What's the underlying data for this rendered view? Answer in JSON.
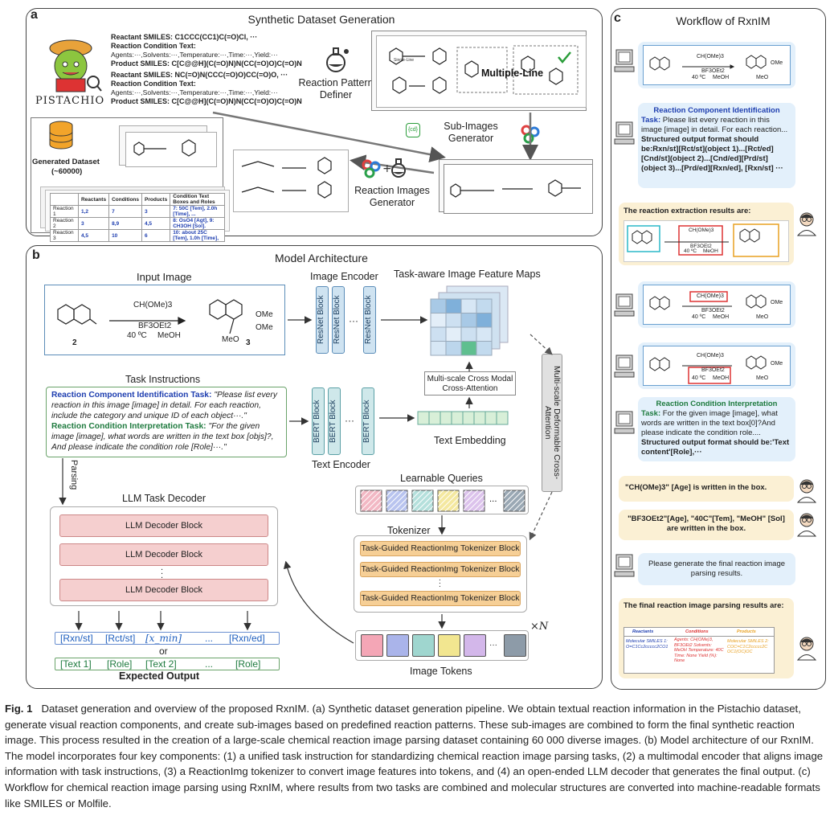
{
  "panel_a": {
    "label": "a",
    "title": "Synthetic Dataset Generation",
    "pistachio_logo": "PISTACHIO",
    "record1": {
      "reactant": "Reactant SMILES: C1CCC(CC1)C(=O)Cl, ···",
      "condition_head": "Reaction Condition Text:",
      "condition": "Agents:···,Solvents:···,Temperature:···,Time:···,Yield:···",
      "product": "Product SMILES: C[C@@H](C(=O)N)N(CC(=O)O)C(=O)N"
    },
    "record2": {
      "reactant": "Reactant SMILES: NC(=O)N(CCC(=O)O)CC(=O)O, ···",
      "condition_head": "Reaction Condition Text:",
      "condition": "Agents:···,Solvents:···,Temperature:···,Time:···,Yield:···",
      "product": "Product SMILES: C[C@@H](C(=O)N)N(CC(=O)O)C(=O)N"
    },
    "pattern_definer": "Reaction Pattern Definer",
    "single_line": "Single-Line",
    "multiple_line": "Multiple-Line",
    "sub_images_generator": "Sub-Images Generator",
    "reaction_images_generator": "Reaction Images Generator",
    "generated_dataset": "Generated Dataset",
    "dataset_count": "(~60000)",
    "table": {
      "headers": [
        "",
        "Reactants",
        "Conditions",
        "Products",
        "Condition Text Boxes and Roles"
      ],
      "rows": [
        [
          "Reaction 1",
          "1,2",
          "7",
          "3",
          "7: 50C [Tem], 2.0h [Time], ..."
        ],
        [
          "Reaction 2",
          "3",
          "8,9",
          "4,5",
          "8: OsO4 [Agt], 9: CH3OH [Sol]."
        ],
        [
          "Reaction 3",
          "4,5",
          "10",
          "6",
          "10: about 25C [Tem], 1.0h [Time],"
        ]
      ]
    }
  },
  "panel_b": {
    "label": "b",
    "title": "Model Architecture",
    "input_image": "Input Image",
    "image_encoder": "Image Encoder",
    "feature_maps": "Task-aware Image Feature Maps",
    "resnet_block": "ResNet Block",
    "bert_block": "BERT Block",
    "cross_attention": "Multi-scale Cross Modal Cross-Attention",
    "deformable": "Multi-scale Deformable Cross-Attention",
    "text_embedding": "Text Embedding",
    "text_encoder": "Text Encoder",
    "task_instructions": "Task Instructions",
    "rci_task": "Reaction Component Identification Task:",
    "rci_prompt": "\"Please list every reaction in this image [image] in detail. For each reaction, include the category and unique ID of each object···.\"",
    "rcint_task": "Reaction Condition Interpretation Task:",
    "rcint_prompt": "\"For the given image [image], what words are written in the text box [objs]?, And please indicate the condition role [Role]···.\"",
    "parsing": "Parsing",
    "llm_decoder": "LLM Task Decoder",
    "llm_block": "LLM Decoder Block",
    "learnable_queries": "Learnable Queries",
    "tokenizer": "Tokenizer",
    "tokenizer_block": "Task-Guided ReactionImg Tokenizer Block",
    "times_n": "×N",
    "image_tokens": "Image Tokens",
    "outputs_row1": [
      "[Rxn/st]",
      "[Rct/st]",
      "[x_min]",
      "...",
      "[Rxn/ed]"
    ],
    "outputs_or": "or",
    "outputs_row2": [
      "[Text 1]",
      "[Role]",
      "[Text 2]",
      "...",
      "[Role]"
    ],
    "expected_output": "Expected Output",
    "reagent1": "CH(OMe)3",
    "reagent2": "BF3OEt2",
    "temp": "40 ºC",
    "solvent": "MeOH",
    "num_sm": "2",
    "num_pr": "3",
    "ome": "OMe",
    "meo": "MeO"
  },
  "panel_c": {
    "label": "c",
    "title": "Workflow of RxnIM",
    "rci_head": "Reaction Component Identification",
    "rci_task_word": "Task:",
    "rci_text": "Please list every reaction in this image [image] in detail. For each reaction... ",
    "rci_format": "Structured output format should be:Rxn/st][Rct/st](object 1)...[Rct/ed][Cnd/st](object 2)...[Cnd/ed][Prd/st](object 3)...[Prd/ed][Rxn/ed], [Rxn/st] ···",
    "extraction_results": "The reaction extraction results are:",
    "rcint_head": "Reaction Condition Interpretation",
    "rcint_task_word": "Task:",
    "rcint_text": "For the given image [image], what words are written in the text box[0]?And please indicate the condition role.... ",
    "rcint_format": "Structured output format should be:'Text content'[Role],···",
    "answer1": "\"CH(OMe)3\" [Age] is written in the box.",
    "answer2": "\"BF3OEt2\"[Age], \"40C\"[Tem], \"MeOH\" [Sol]  are written in the box.",
    "final_request": "Please generate the final reaction image parsing results.",
    "final_results": "The final reaction image parsing results are:",
    "final_table": {
      "h_reactants": "Reactants",
      "h_conditions": "Conditions",
      "h_products": "Products",
      "reactants": "Molecular SMILES 1: O=C1Cc2ccccc2CO1",
      "conditions": "Agents: CH(OMe)3, BF3OEt2 Solvents: MeOH Temperature: 40C Time: None Yield (%): None",
      "products": "Molecular SMILES 2: COC=C1C2ccccc2C OC1(OC)OC"
    }
  },
  "caption": {
    "figno": "Fig. 1",
    "text": "Dataset generation and overview of the proposed RxnIM. (a) Synthetic dataset generation pipeline. We obtain textual reaction information in the Pistachio dataset, generate visual reaction components, and create sub-images based on predefined reaction patterns. These sub-images are combined to form the final synthetic reaction image. This process resulted in the creation of a large-scale chemical reaction image parsing dataset containing 60 000 diverse images. (b) Model architecture of our RxnIM. The model incorporates four key components: (1) a unified task instruction for standardizing chemical reaction image parsing tasks, (2) a multimodal encoder that aligns image information with task instructions, (3) a ReactionImg tokenizer to convert image features into tokens, and (4) an open-ended LLM decoder that generates the final output. (c) Workflow for chemical reaction image parsing using RxnIM, where results from two tasks are combined and molecular structures are converted into machine-readable formats like SMILES or Molfile."
  }
}
